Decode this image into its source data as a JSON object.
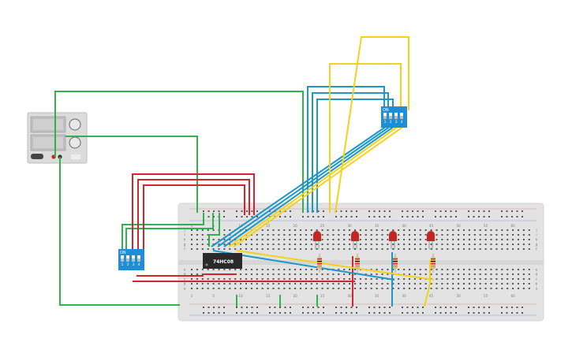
{
  "colors": {
    "wire_green": "#2fb34a",
    "wire_red": "#d0262d",
    "wire_blue": "#1d97c9",
    "wire_yellow": "#f1d21f",
    "breadboard": "#e4e4e4",
    "dip_switch": "#1e8fd6",
    "led": "#c9241f",
    "chip": "#2a2a2a",
    "psu_body": "#d9d9d9"
  },
  "icons": {
    "power_supply": "power-supply-icon",
    "dip_switch": "dip-switch-icon",
    "led": "led-icon",
    "resistor": "resistor-icon",
    "chip": "ic-chip-icon",
    "knob": "knob-icon"
  },
  "chip": {
    "label": "74HC08"
  },
  "dip_switch_left": {
    "on_label": "ON",
    "positions": [
      "1",
      "2",
      "3",
      "4"
    ]
  },
  "dip_switch_right": {
    "on_label": "ON",
    "positions": [
      "1",
      "2",
      "3",
      "4"
    ]
  },
  "breadboard": {
    "column_numbers": [
      "1",
      "5",
      "10",
      "15",
      "20",
      "25",
      "30",
      "35",
      "40",
      "45",
      "50",
      "55",
      "60"
    ],
    "row_letters_top": [
      "j",
      "i",
      "h",
      "g",
      "f"
    ],
    "row_letters_bottom": [
      "e",
      "d",
      "c",
      "b",
      "a"
    ]
  },
  "leds": {
    "count": 4
  }
}
